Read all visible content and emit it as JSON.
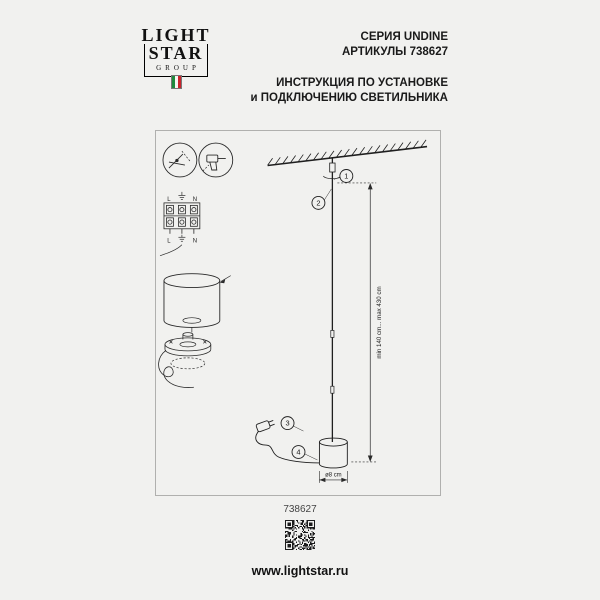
{
  "header": {
    "series": "СЕРИЯ UNDINE",
    "articles": "АРТИКУЛЫ 738627",
    "instruction_line1": "ИНСТРУКЦИЯ ПО УСТАНОВКЕ",
    "instruction_line2": "и ПОДКЛЮЧЕНИЮ СВЕТИЛЬНИКА"
  },
  "logo": {
    "line1": "LIGHT",
    "line2": "STAR",
    "line3": "GROUP",
    "flag_colors": [
      "#1e8a3c",
      "#f5f5f2",
      "#c8242c"
    ]
  },
  "diagram": {
    "steps": [
      "1",
      "2",
      "3",
      "4"
    ],
    "terminal": {
      "l": "L",
      "n": "N"
    },
    "dimension_height": "min 140 cm... max 430 cm",
    "dimension_diameter": "ø8 cm"
  },
  "footer": {
    "article": "738627",
    "website": "www.lightstar.ru"
  }
}
